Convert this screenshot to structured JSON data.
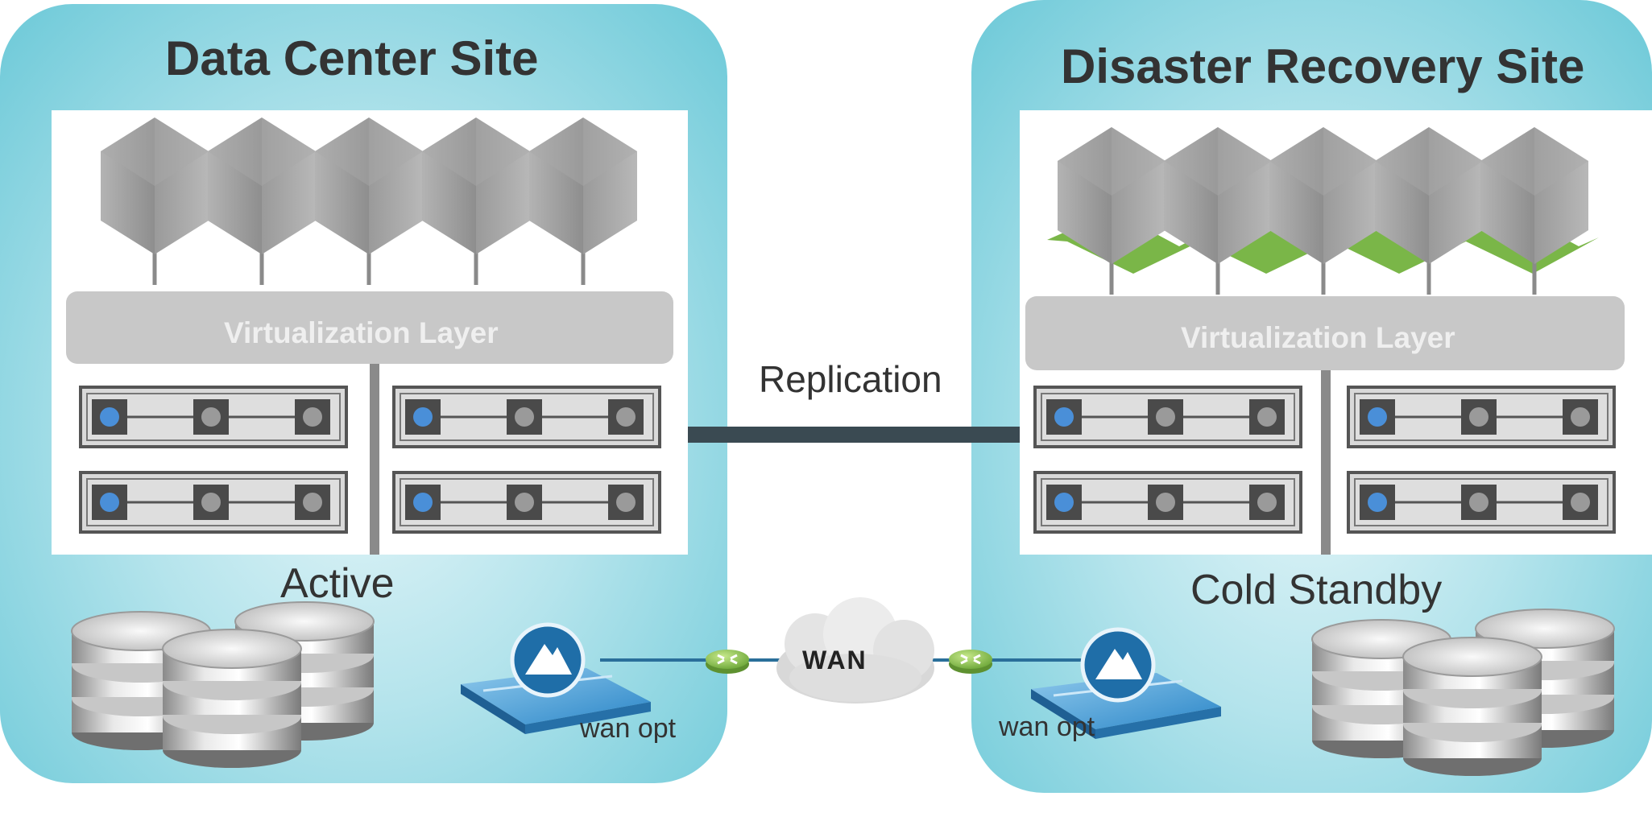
{
  "left_site": {
    "title": "Data Center Site",
    "status": "Active",
    "layer_label": "Virtualization Layer",
    "wan_opt_label": "wan opt"
  },
  "right_site": {
    "title": "Disaster Recovery Site",
    "status": "Cold Standby",
    "layer_label": "Virtualization Layer",
    "wan_opt_label": "wan opt"
  },
  "link": {
    "replication_label": "Replication",
    "wan_label": "WAN"
  },
  "colors": {
    "site_bg": "#7fd0dc",
    "replication_line": "#3a4a52",
    "server_led": "#4a8fd8",
    "vm_base_green": "#7ab648",
    "appliance_blue": "#2b86c8"
  },
  "icons": [
    "vm-cube-icon",
    "server-rack-icon",
    "database-stack-icon",
    "wan-cloud-icon",
    "router-icon",
    "wan-optimizer-icon"
  ]
}
